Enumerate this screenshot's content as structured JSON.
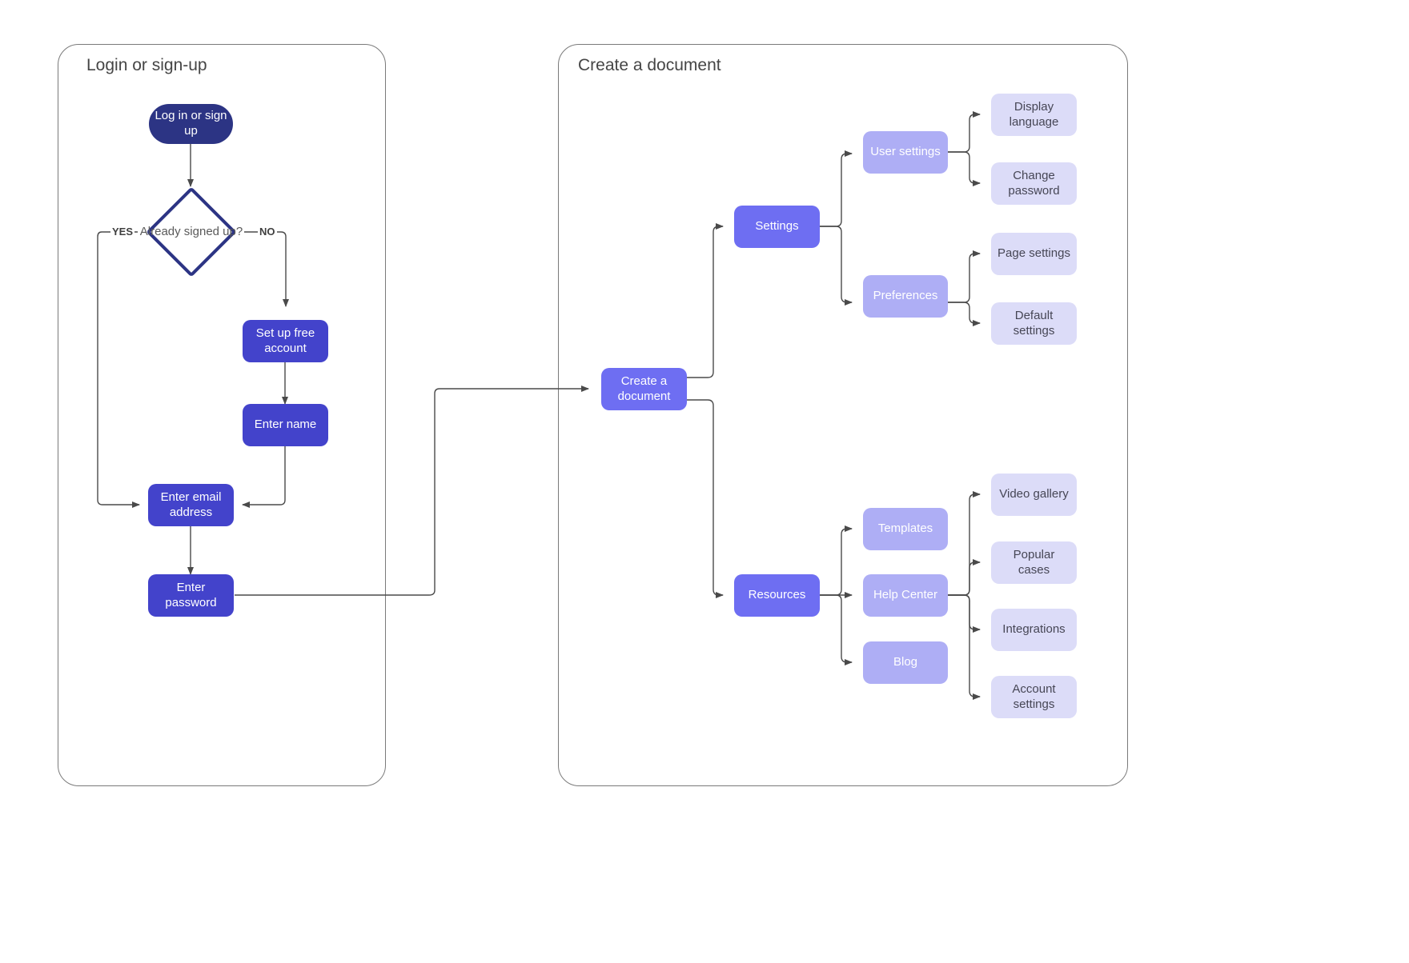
{
  "diagram": {
    "title_left": "Login or sign-up",
    "title_right": "Create a document"
  },
  "left_flow": {
    "nodes": {
      "start": "Log in or sign up",
      "decision": "Already signed up?",
      "setup_account": "Set up free account",
      "enter_name": "Enter name",
      "enter_email": "Enter email address",
      "enter_password": "Enter password"
    },
    "edge_labels": {
      "yes": "YES",
      "no": "NO"
    }
  },
  "right_flow": {
    "root": "Create a document",
    "branches": [
      {
        "label": "Settings",
        "children": [
          {
            "label": "User settings",
            "children": [
              {
                "label": "Display language"
              },
              {
                "label": "Change password"
              }
            ]
          },
          {
            "label": "Preferences",
            "children": [
              {
                "label": "Page settings"
              },
              {
                "label": "Default settings"
              }
            ]
          }
        ]
      },
      {
        "label": "Resources",
        "children": [
          {
            "label": "Templates",
            "children": []
          },
          {
            "label": "Help Center",
            "children": [
              {
                "label": "Video gallery"
              },
              {
                "label": "Popular cases"
              },
              {
                "label": "Integrations"
              },
              {
                "label": "Account settings"
              }
            ]
          },
          {
            "label": "Blog",
            "children": []
          }
        ]
      }
    ]
  },
  "colors": {
    "start_node": "#2c3484",
    "step_node": "#4343cb",
    "mid_node": "#6e6ef2",
    "sub_node": "#aeaef5",
    "leaf_node": "#dcdcf8",
    "connector": "#4a4a4a",
    "panel_border": "#7a7a7a",
    "title_text": "#454545"
  }
}
